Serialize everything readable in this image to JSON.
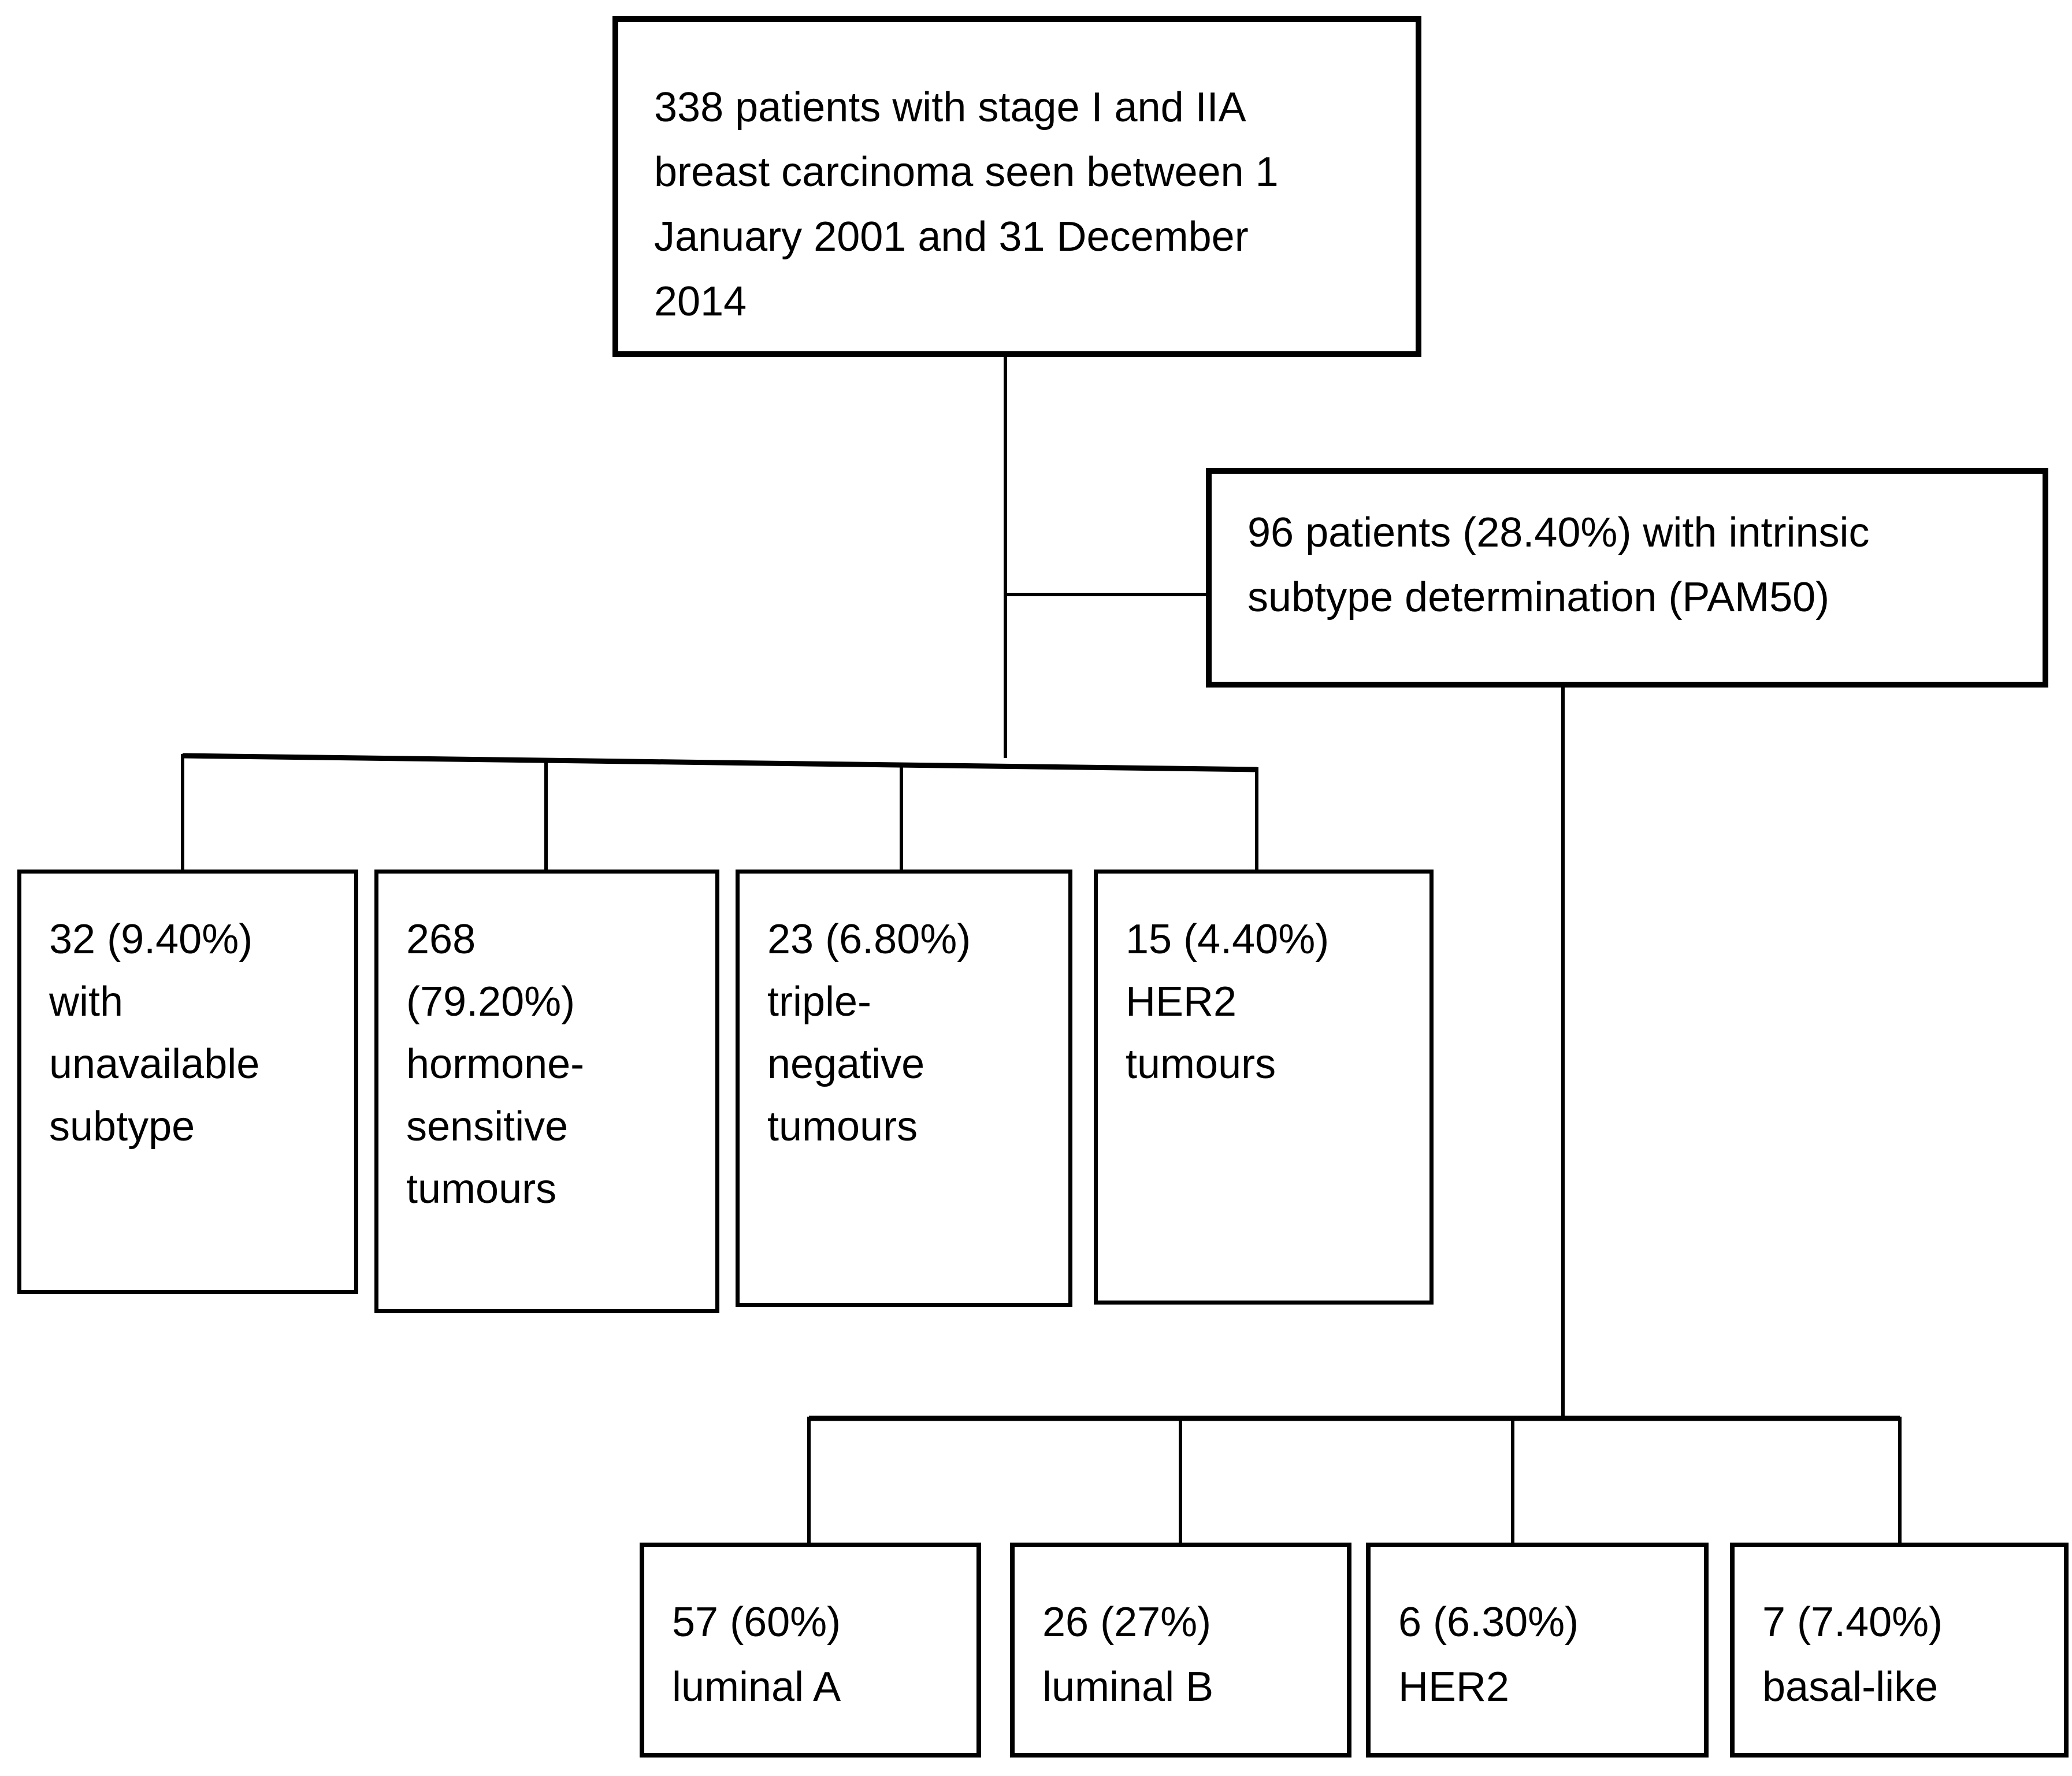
{
  "diagram": {
    "type": "patient-flowchart",
    "background_color": "#ffffff",
    "line_color": "#000000",
    "text_color": "#000000",
    "nodes": {
      "root": {
        "text": "338 patients with stage I and IIA\nbreast carcinoma seen between 1\nJanuary 2001 and 31 December\n2014"
      },
      "pam50": {
        "text": "96 patients (28.40%) with intrinsic\nsubtype determination (PAM50)"
      },
      "unavailable": {
        "text": "32 (9.40%)\nwith\nunavailable\nsubtype"
      },
      "hormone_sensitive": {
        "text": "268\n(79.20%)\nhormone-\nsensitive\ntumours"
      },
      "triple_negative": {
        "text": "23 (6.80%)\ntriple-\nnegative\ntumours"
      },
      "her2": {
        "text": "15 (4.40%)\nHER2\ntumours"
      },
      "luminal_a": {
        "text": "57 (60%)\nluminal A"
      },
      "luminal_b": {
        "text": "26 (27%)\nluminal B"
      },
      "her2_pam50": {
        "text": "6 (6.30%)\nHER2"
      },
      "basal_like": {
        "text": "7 (7.40%)\nbasal-like"
      }
    },
    "edges": [
      "root -> unavailable",
      "root -> hormone_sensitive",
      "root -> triple_negative",
      "root -> her2",
      "root -> pam50",
      "pam50 -> luminal_a",
      "pam50 -> luminal_b",
      "pam50 -> her2_pam50",
      "pam50 -> basal_like"
    ]
  }
}
